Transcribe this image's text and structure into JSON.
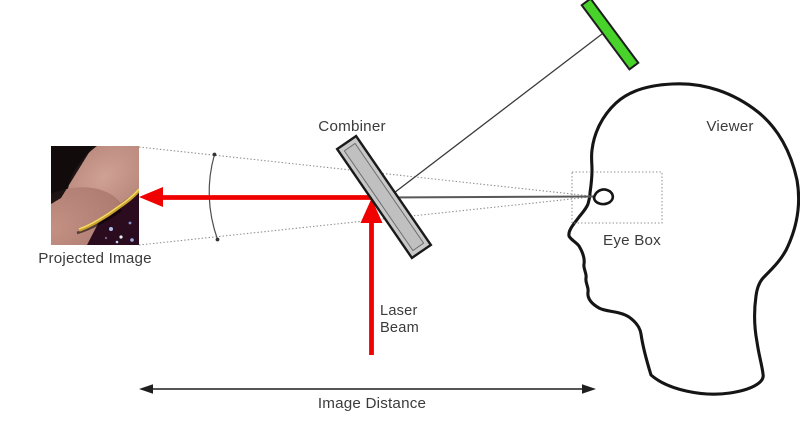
{
  "labels": {
    "combiner": "Combiner",
    "viewer": "Viewer",
    "eye_box": "Eye Box",
    "projected_image": "Projected Image",
    "laser_beam": "Laser\nBeam",
    "image_distance": "Image Distance"
  },
  "colors": {
    "laser_red": "#f10000",
    "mirror_green": "#47d32a",
    "combiner_fill": "#c8c8c8",
    "combiner_border": "#1a1a1a",
    "outline": "#151515",
    "solid_line": "#585858",
    "dotted_line": "#8f8f8f",
    "label_text": "#3b3b3b",
    "arrow_black": "#1f1f1f"
  }
}
